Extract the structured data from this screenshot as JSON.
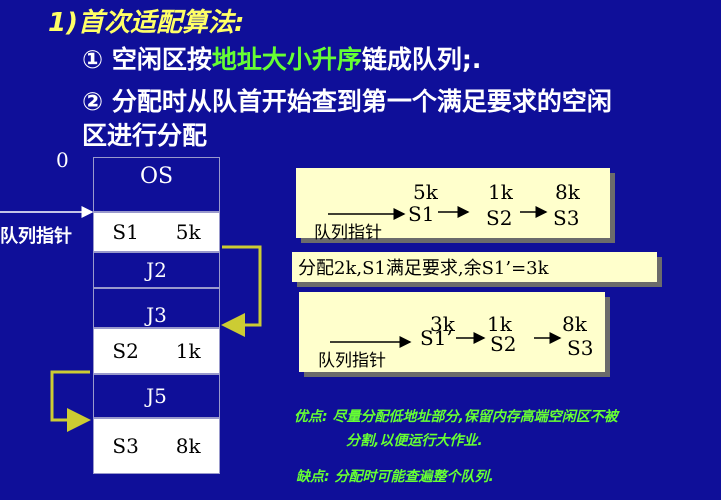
{
  "heading": "1)首次适配算法:",
  "point1": {
    "prefix": "① 空闲区按",
    "highlight": "地址大小升序",
    "suffix": "链成队列;."
  },
  "point2": {
    "line1": "② 分配时从队首开始查到第一个满足要求的空闲",
    "line2": "区进行分配"
  },
  "memory": {
    "zero": "0",
    "pointer_label": "队列指针",
    "os": "OS",
    "blocks": [
      {
        "name": "S1",
        "size": "5k"
      },
      {
        "name": "J2"
      },
      {
        "name": "J3"
      },
      {
        "name": "S2",
        "size": "1k"
      },
      {
        "name": "J5"
      },
      {
        "name": "S3",
        "size": "8k"
      }
    ]
  },
  "before": {
    "sizes": [
      "5k",
      "1k",
      "8k"
    ],
    "nodes": [
      "S1",
      "S2",
      "S3"
    ],
    "pointer_label": "队列指针"
  },
  "allocation_note": "分配2k,S1满足要求,余S1’=3k",
  "after": {
    "sizes": [
      "3k",
      "1k",
      "8k"
    ],
    "nodes": [
      "S1’",
      "S2",
      "S3"
    ],
    "pointer_label": "队列指针"
  },
  "pros": {
    "label": "优点:",
    "line1": "尽量分配低地址部分,保留内存高端空闲区不被",
    "line2": "分割,以便运行大作业."
  },
  "cons": {
    "label": "缺点:",
    "text": "分配时可能查遍整个队列."
  },
  "colors": {
    "background": "#0f0f99",
    "heading": "#ffff66",
    "highlight": "#66ff33",
    "panel": "#ffffcc"
  }
}
